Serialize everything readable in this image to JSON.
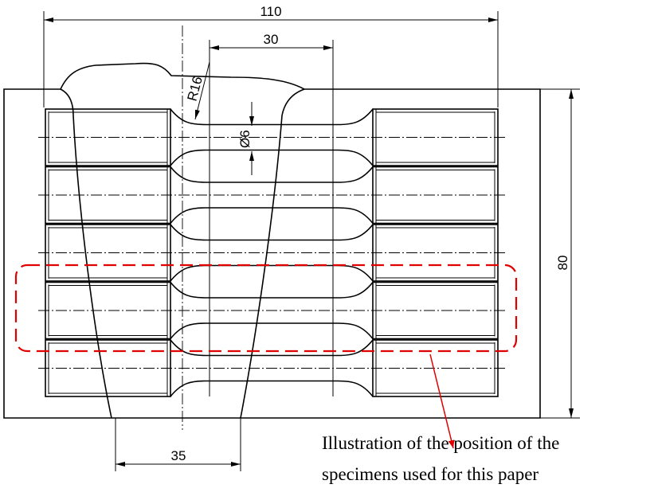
{
  "dimensions": {
    "total_length": "110",
    "gauge_length": "30",
    "fillet_radius": "R16",
    "gauge_diameter": "Ø6",
    "block_height": "80",
    "weld_width": "35"
  },
  "caption": {
    "line1": "Illustration of the position of the",
    "line2": "specimens used for this paper"
  },
  "colors": {
    "highlight": "#e00000",
    "lines": "#000000"
  },
  "specimen_count": 5
}
